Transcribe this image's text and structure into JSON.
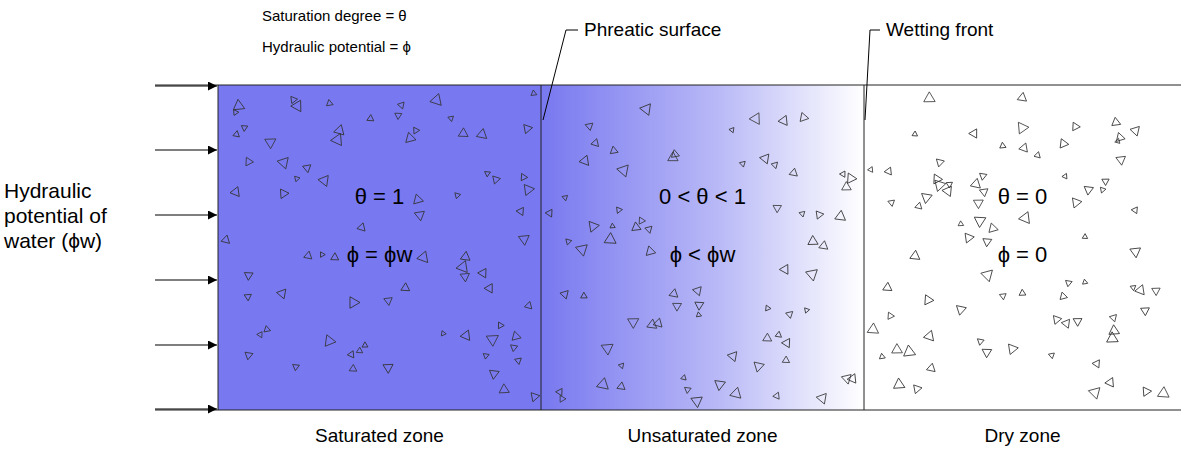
{
  "diagram": {
    "nodes": [
      {
        "text": [
          "θ = 1",
          "ϕ = ϕw",
          "Saturated zone"
        ]
      },
      {
        "text": [
          "0 < θ < 1",
          "ϕ < ϕw",
          "Unsaturated zone"
        ]
      },
      {
        "text": [
          "θ = 0",
          "ϕ = 0",
          "Dry zone"
        ]
      }
    ],
    "labels": [
      "Saturation degree = θ",
      "Hydraulic potential = ϕ",
      "Phreatic surface",
      "Wetting front",
      "Hydraulic potential of water (ϕw)"
    ]
  }
}
